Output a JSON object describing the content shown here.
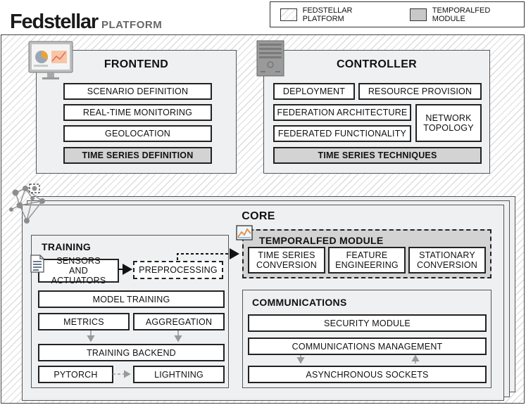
{
  "logo": {
    "brand": "Fedstellar",
    "suffix": "PLATFORM"
  },
  "legend": {
    "fedstellar_label": "FEDSTELLAR PLATFORM",
    "temporalfed_label": "TEMPORALFED MODULE"
  },
  "frontend": {
    "title": "FRONTEND",
    "items": [
      "SCENARIO DEFINITION",
      "REAL-TIME MONITORING",
      "GEOLOCATION"
    ],
    "highlight": "TIME SERIES DEFINITION"
  },
  "controller": {
    "title": "CONTROLLER",
    "deployment": "DEPLOYMENT",
    "resource": "RESOURCE PROVISION",
    "federation_arch": "FEDERATION ARCHITECTURE",
    "federated_func": "FEDERATED FUNCTIONALITY",
    "network_topology": "NETWORK TOPOLOGY",
    "highlight": "TIME SERIES TECHNIQUES"
  },
  "core": {
    "title": "CORE",
    "training": {
      "title": "TRAINING",
      "sensors": "SENSORS AND ACTUATORS",
      "preprocessing": "PREPROCESSING",
      "model_training": "MODEL TRAINING",
      "metrics": "METRICS",
      "aggregation": "AGGREGATION",
      "backend": "TRAINING BACKEND",
      "pytorch": "PYTORCH",
      "lightning": "LIGHTNING"
    },
    "temporalfed": {
      "title": "TEMPORALFED MODULE",
      "items": [
        "TIME SERIES CONVERSION",
        "FEATURE ENGINEERING",
        "STATIONARY CONVERSION"
      ]
    },
    "communications": {
      "title": "COMMUNICATIONS",
      "security": "SECURITY MODULE",
      "management": "COMMUNICATIONS MANAGEMENT",
      "sockets": "ASYNCHRONOUS SOCKETS"
    }
  },
  "icons": [
    "monitor-icon",
    "server-icon",
    "network-icon",
    "document-icon",
    "chart-icon"
  ],
  "colors": {
    "panel": "#eef0f2",
    "highlight": "#d3d3d3",
    "border": "#222222"
  }
}
